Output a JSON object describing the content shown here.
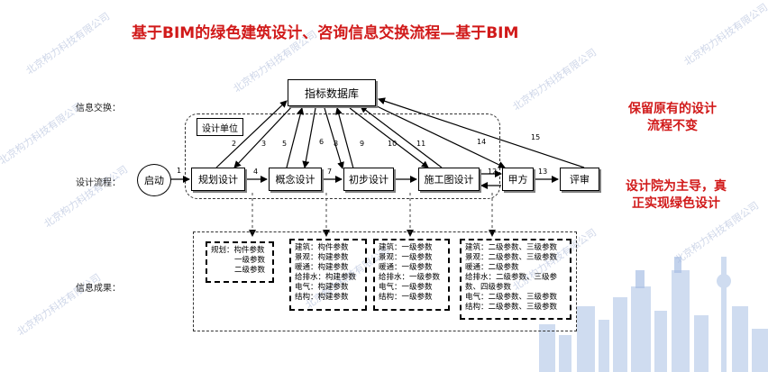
{
  "title": "基于BIM的绿色建筑设计、咨询信息交换流程—基于BIM",
  "row_labels": {
    "info_exchange": "信息交换：",
    "design_flow": "设计流程：",
    "info_result": "信息成果："
  },
  "nodes": {
    "database": "指标数据库",
    "design_unit": "设计单位",
    "start": "启动",
    "planning": "规划设计",
    "concept": "概念设计",
    "preliminary": "初步设计",
    "construction": "施工图设计",
    "client": "甲方",
    "review": "评审"
  },
  "step_numbers": [
    "1",
    "2",
    "3",
    "4",
    "5",
    "6",
    "7",
    "8",
    "9",
    "10",
    "11",
    "12",
    "13",
    "14",
    "15"
  ],
  "results": {
    "planning": [
      "规划：构件参数",
      "一级参数",
      "二级参数"
    ],
    "concept": [
      "建筑：构件参数",
      "景观：构建参数",
      "暖通：构建参数",
      "给排水：构建参数",
      "电气：构建参数",
      "结构：构建参数"
    ],
    "preliminary": [
      "建筑：一级参数",
      "景观：一级参数",
      "暖通：一级参数",
      "给排水：一级参数",
      "电气：一级参数",
      "结构：一级参数"
    ],
    "construction": [
      "建筑：二级参数、三级参数",
      "景观：二级参数、三级参数",
      "暖通：二级参数",
      "给排水：二级参数、三级参",
      "数、四级参数",
      "电气：二级参数、三级参数",
      "结构：二级参数、三级参数"
    ]
  },
  "side_notes": {
    "note1_line1": "保留原有的设计",
    "note1_line2": "流程不变",
    "note2_line1": "设计院为主导，真",
    "note2_line2": "正实现绿色设计"
  },
  "watermark": "北京构力科技有限公司",
  "colors": {
    "title": "#d11a1a",
    "watermark": "#c9d2e6",
    "skyline": "#b9cbe8"
  }
}
